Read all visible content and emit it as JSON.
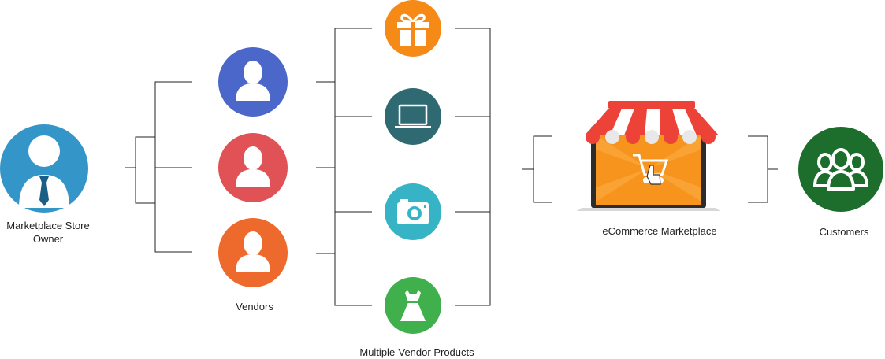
{
  "diagram": {
    "owner": {
      "label": "Marketplace Store Owner",
      "line1": "Marketplace Store",
      "line2": "Owner",
      "color": "#3495c9",
      "icon": "business-person-icon"
    },
    "vendors": {
      "label": "Vendors",
      "items": [
        {
          "icon": "user-icon",
          "color": "#4a67c9"
        },
        {
          "icon": "user-icon",
          "color": "#e05256"
        },
        {
          "icon": "user-icon",
          "color": "#ee6a2c"
        }
      ]
    },
    "products": {
      "label": "Multiple-Vendor Products",
      "items": [
        {
          "icon": "gift-icon",
          "color": "#f58a17"
        },
        {
          "icon": "laptop-icon",
          "color": "#2f6a73"
        },
        {
          "icon": "camera-icon",
          "color": "#36b4c6"
        },
        {
          "icon": "dress-icon",
          "color": "#3fb04b"
        }
      ]
    },
    "marketplace": {
      "label": "eCommerce Marketplace",
      "icon": "storefront-laptop-icon",
      "awning_red": "#ec4237",
      "screen_orange": "#f7941d",
      "cart_icon": "shopping-cart-icon"
    },
    "customers": {
      "label": "Customers",
      "color": "#1d6e2c",
      "icon": "group-icon"
    },
    "connector_color": "#222222"
  }
}
